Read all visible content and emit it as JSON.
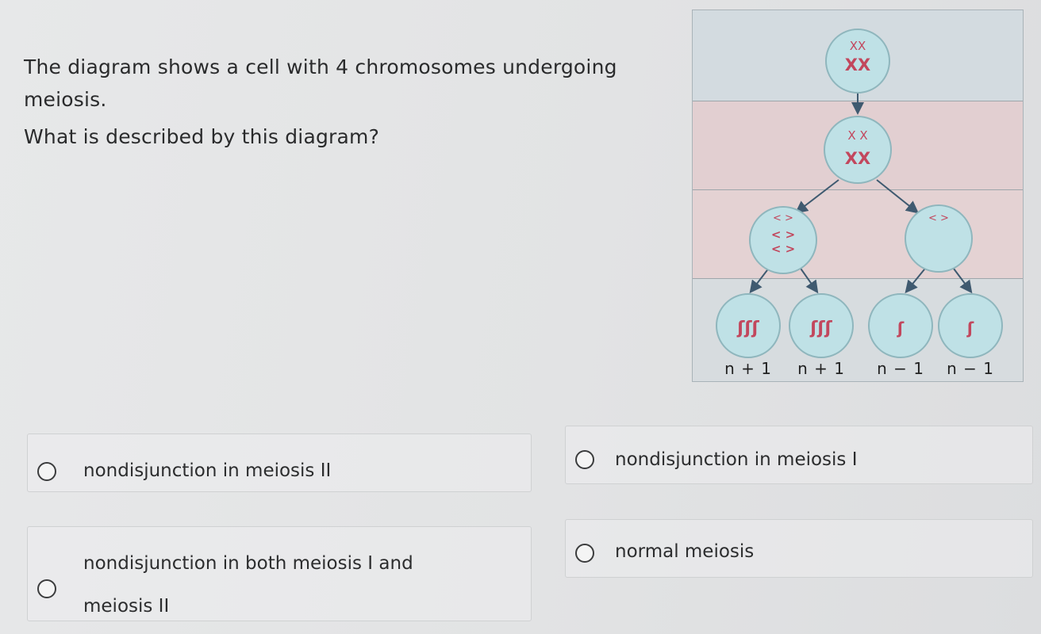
{
  "question": {
    "line1": "The diagram shows a cell with 4 chromosomes undergoing",
    "line2": "meiosis.",
    "line3": "What is described by this diagram?"
  },
  "diagram": {
    "cell_labels": [
      "n + 1",
      "n + 1",
      "n − 1",
      "n − 1"
    ]
  },
  "options": [
    {
      "line1": "nondisjunction in meiosis II"
    },
    {
      "line1": "nondisjunction in meiosis I"
    },
    {
      "line1": "nondisjunction in both meiosis I and",
      "line2": "meiosis II"
    },
    {
      "line1": "normal meiosis"
    }
  ],
  "colors": {
    "cell_fill": "#bfe1e6",
    "cell_border": "#8fb6bd",
    "chromosome": "#c2475d",
    "arrow": "#3f5a70"
  }
}
